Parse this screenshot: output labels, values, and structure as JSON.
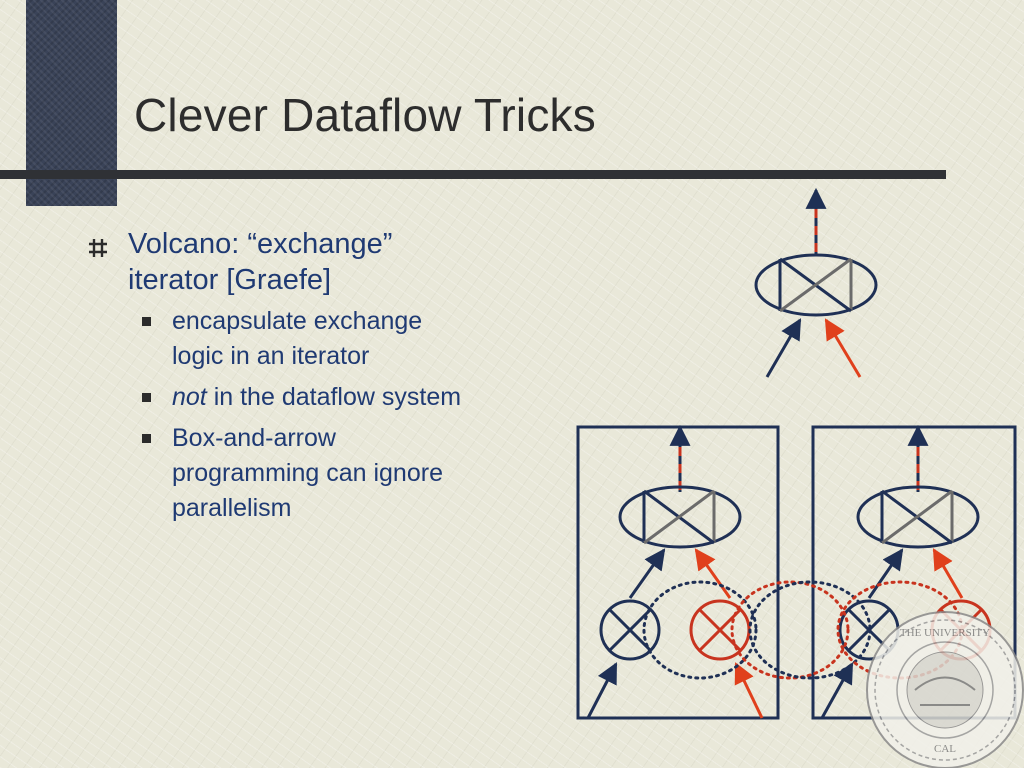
{
  "slide": {
    "title": "Clever Dataflow Tricks",
    "bullet": {
      "text_line1": "Volcano: “exchange”",
      "text_line2": "iterator [Graefe]",
      "sub_items": [
        {
          "line1": "encapsulate exchange",
          "line2": "logic in an iterator"
        },
        {
          "emph": "not",
          "rest": " in the dataflow system"
        },
        {
          "line1": "Box-and-arrow",
          "line2": "programming can ignore",
          "line3": "parallelism"
        }
      ]
    }
  },
  "colors": {
    "navy": "#1f3055",
    "red": "#c8341f",
    "gray_triangle": "#6b6b6b",
    "title_text": "#2d2d2d",
    "bullet_text": "#1f3a73"
  }
}
